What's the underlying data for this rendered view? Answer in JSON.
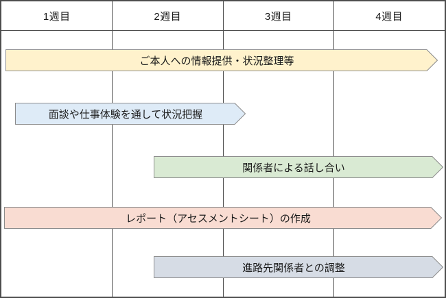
{
  "header": {
    "columns": [
      "1週目",
      "2週目",
      "3週目",
      "4週目"
    ]
  },
  "bars": [
    {
      "label": "ご本人への情報提供・状況整理等",
      "fill": "#fff2cc",
      "stroke": "#8c8c8c",
      "span_weeks": "1〜4"
    },
    {
      "label": "面談や仕事体験を通して状況把握",
      "fill": "#deebf7",
      "stroke": "#8c8c8c",
      "span_weeks": "1〜2"
    },
    {
      "label": "関係者による話し合い",
      "fill": "#d9ead3",
      "stroke": "#8c8c8c",
      "span_weeks": "2〜4"
    },
    {
      "label": "レポート（アセスメントシート）の作成",
      "fill": "#f9dcd2",
      "stroke": "#8c8c8c",
      "span_weeks": "1〜4"
    },
    {
      "label": "進路先関係者との調整",
      "fill": "#d6dce5",
      "stroke": "#8c8c8c",
      "span_weeks": "2〜4"
    }
  ],
  "colors": {
    "grid": "#4d4d4d",
    "text": "#1a1a1a",
    "background": "#ffffff"
  }
}
